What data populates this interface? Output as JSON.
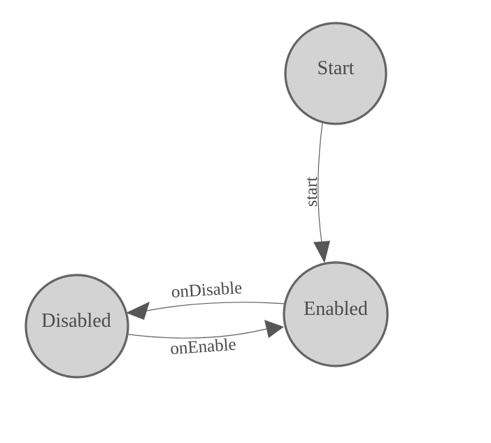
{
  "diagram": {
    "title": "state-machine",
    "background": "#ffffff",
    "colors": {
      "node_fill": "#d3d3d3",
      "node_stroke": "#646464",
      "edge_stroke": "#606060",
      "arrow_fill": "#575757",
      "label_color": "#4a4a4a"
    },
    "nodes": [
      {
        "id": "start",
        "label": "Start"
      },
      {
        "id": "enabled",
        "label": "Enabled"
      },
      {
        "id": "disabled",
        "label": "Disabled"
      }
    ],
    "edges": [
      {
        "from": "Start",
        "to": "Enabled",
        "label": "start"
      },
      {
        "from": "Enabled",
        "to": "Disabled",
        "label": "onDisable"
      },
      {
        "from": "Disabled",
        "to": "Enabled",
        "label": "onEnable"
      }
    ]
  }
}
